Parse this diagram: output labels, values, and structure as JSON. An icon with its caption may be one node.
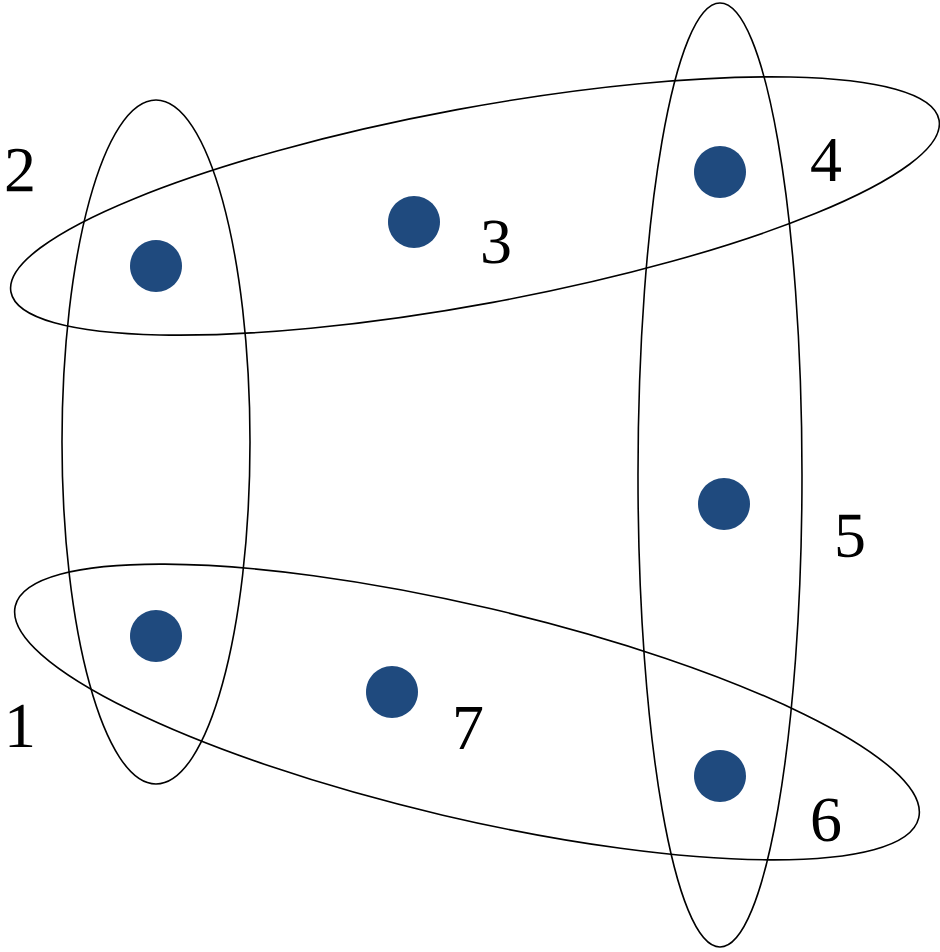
{
  "diagram": {
    "nodes": [
      {
        "text": [],
        "shape": "ellipse"
      },
      {
        "text": [],
        "shape": "ellipse"
      },
      {
        "text": [],
        "shape": "ellipse"
      },
      {
        "text": [],
        "shape": "ellipse"
      },
      {
        "text": [],
        "shape": "circle"
      },
      {
        "text": [],
        "shape": "circle",
        "beside": [
          "3"
        ],
        "in": 0
      },
      {
        "text": [],
        "shape": "circle",
        "beside": [
          "4"
        ]
      },
      {
        "text": [],
        "shape": "circle",
        "beside": [
          "5"
        ],
        "in": 2
      },
      {
        "text": [],
        "shape": "circle"
      },
      {
        "text": [],
        "shape": "circle",
        "beside": [
          "7"
        ],
        "in": 3
      },
      {
        "text": [],
        "shape": "circle",
        "beside": [
          "6"
        ]
      }
    ],
    "labels": [
      "2",
      "1"
    ]
  }
}
